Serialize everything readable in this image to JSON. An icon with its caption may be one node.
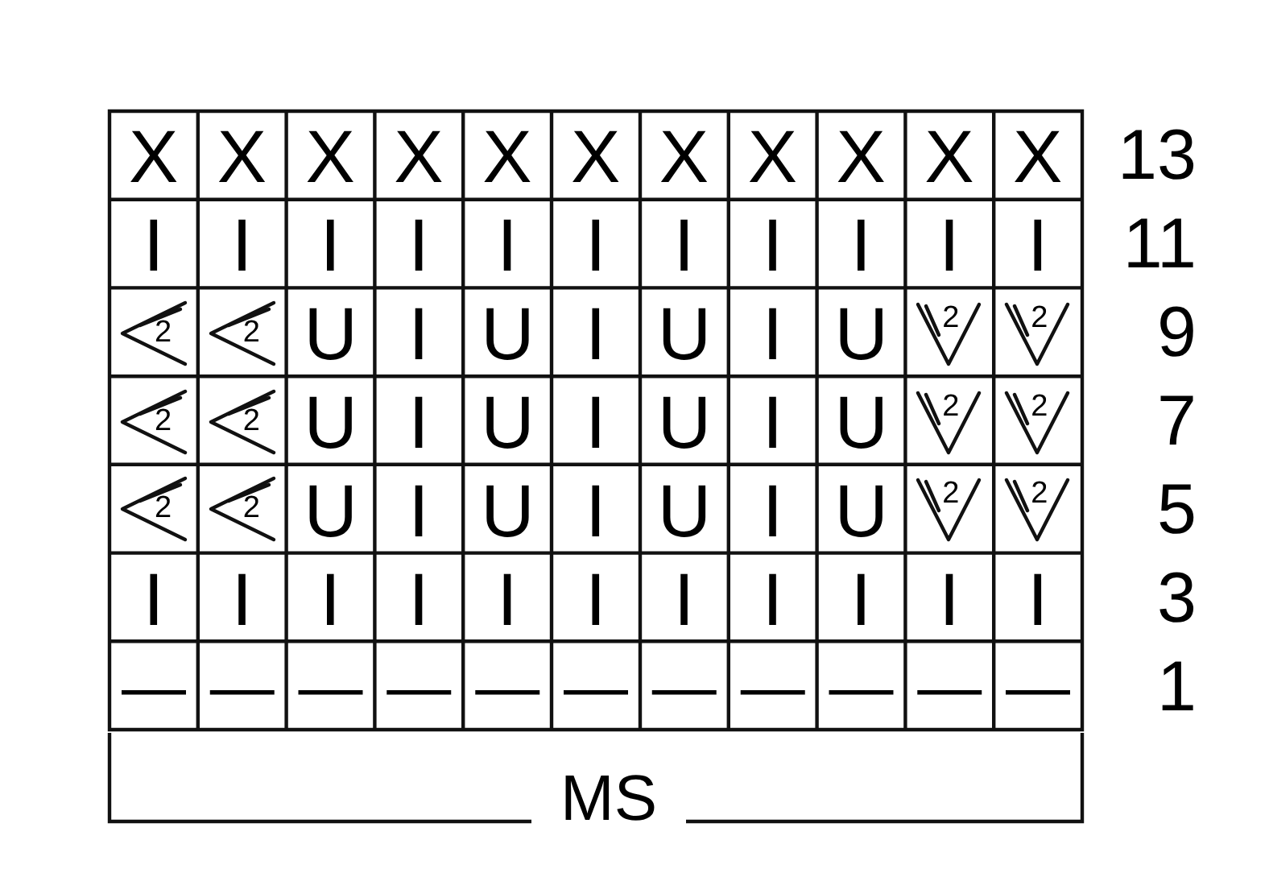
{
  "diagram": {
    "labels": [
      "X",
      "X",
      "X",
      "X",
      "X",
      "X",
      "X",
      "X",
      "X",
      "X",
      "X",
      "13",
      "I",
      "I",
      "I",
      "I",
      "I",
      "I",
      "I",
      "I",
      "I",
      "I",
      "I",
      "11",
      "2",
      "2",
      "U",
      "I",
      "U",
      "I",
      "U",
      "I",
      "U",
      "2",
      "2",
      "9",
      "2",
      "2",
      "U",
      "I",
      "U",
      "I",
      "U",
      "I",
      "U",
      "2",
      "2",
      "7",
      "2",
      "2",
      "U",
      "I",
      "U",
      "I",
      "U",
      "I",
      "U",
      "2",
      "2",
      "5",
      "I",
      "I",
      "I",
      "I",
      "I",
      "I",
      "I",
      "I",
      "I",
      "I",
      "I",
      "3",
      "—",
      "—",
      "—",
      "—",
      "—",
      "—",
      "—",
      "—",
      "—",
      "—",
      "—",
      "1",
      "MS"
    ]
  }
}
